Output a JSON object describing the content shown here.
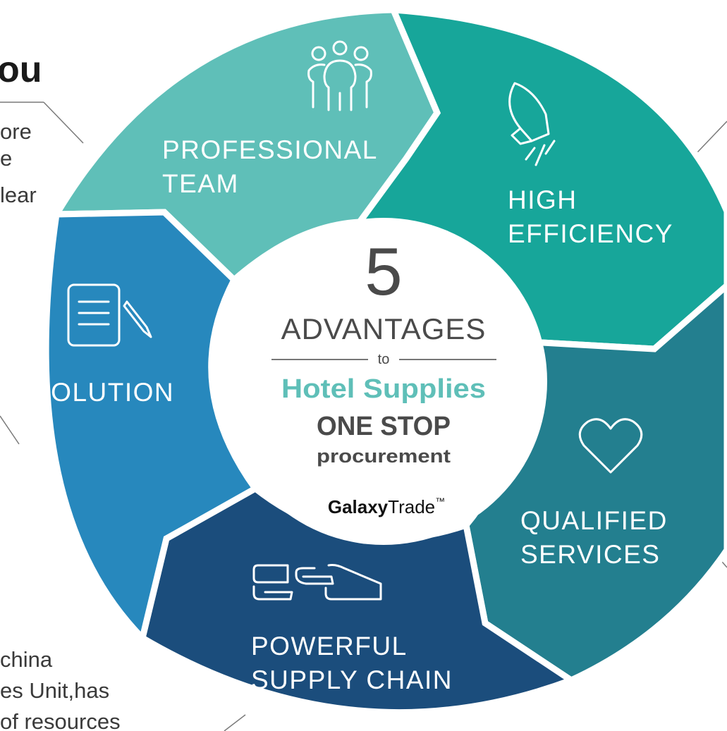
{
  "colors": {
    "professional": "#5fbfb8",
    "efficiency": "#17a69a",
    "qualified": "#237f8f",
    "supply": "#1b4d7c",
    "solution": "#2788bd",
    "center_text": "#4a4a4a",
    "accent": "#5fbfb8"
  },
  "side_text": {
    "heading": "ou",
    "top_left_lines": [
      "ore",
      "e",
      "lear"
    ],
    "bottom_left_lines": [
      "china",
      "es Unit,has",
      "of resources"
    ]
  },
  "center": {
    "number": "5",
    "title": "ADVANTAGES",
    "connector": "to",
    "line1": "Hotel Supplies",
    "line2": "ONE STOP",
    "line3": "procurement",
    "brand_bold": "Galaxy",
    "brand_regular": "Trade",
    "brand_mark": "™"
  },
  "segments": {
    "professional": {
      "icon": "team-icon",
      "lines": [
        "PROFESSIONAL",
        "TEAM"
      ]
    },
    "efficiency": {
      "icon": "rocket-icon",
      "lines": [
        "HIGH",
        "EFFICIENCY"
      ]
    },
    "qualified": {
      "icon": "heart-icon",
      "lines": [
        "QUALIFIED",
        "SERVICES"
      ]
    },
    "supply": {
      "icon": "chain-link-icon",
      "lines": [
        "POWERFUL",
        "SUPPLY CHAIN"
      ]
    },
    "solution": {
      "icon": "document-pencil-icon",
      "lines": [
        "SOLUTION"
      ]
    }
  }
}
